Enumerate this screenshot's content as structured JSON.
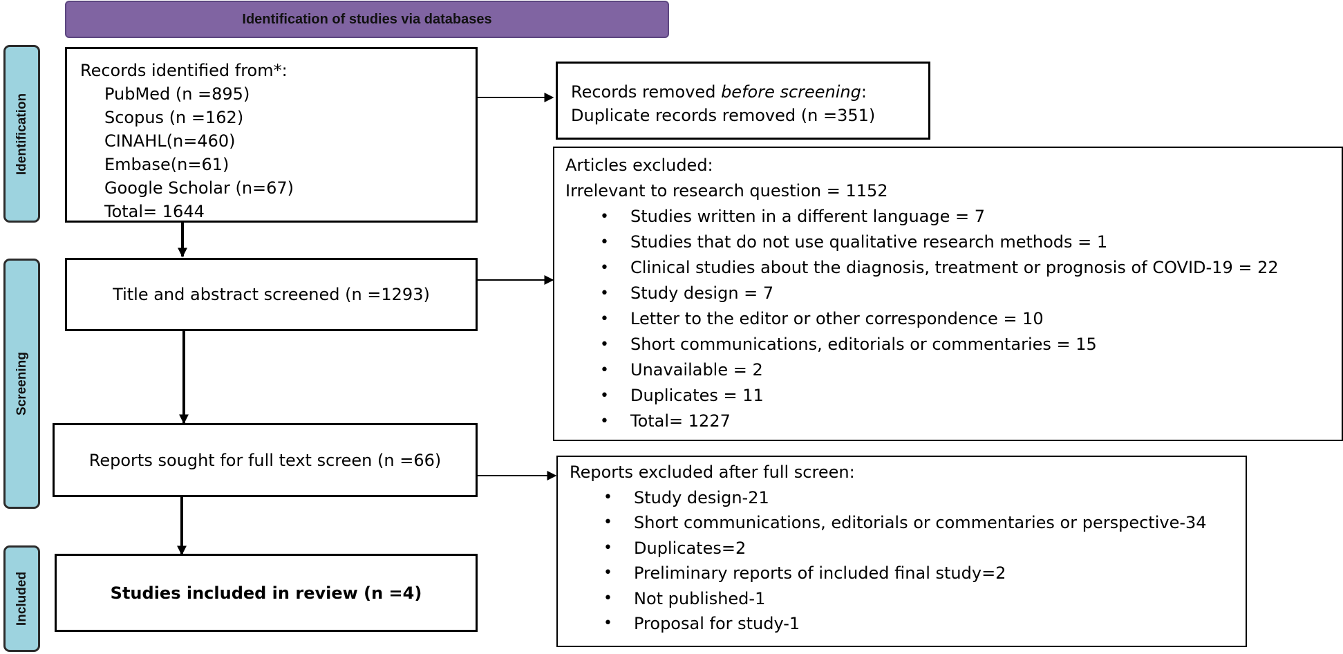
{
  "header": {
    "title": "Identification of studies via databases"
  },
  "phases": {
    "identification": "Identification",
    "screening": "Screening",
    "included": "Included"
  },
  "records_identified": {
    "heading": "Records identified from*:",
    "sources": [
      "PubMed (n =895)",
      "Scopus (n =162)",
      "CINAHL(n=460)",
      "Embase(n=61)",
      "Google Scholar (n=67)",
      "Total= 1644"
    ]
  },
  "records_removed": {
    "prefix": "Records removed ",
    "emphasis": "before screening",
    "suffix": ":",
    "line2": "Duplicate records removed (n =351)"
  },
  "title_abstract": {
    "text": "Title and abstract screened (n =1293)"
  },
  "articles_excluded": {
    "heading": "Articles excluded:",
    "subheading": "Irrelevant to research question = 1152",
    "items": [
      "Studies written in a different language = 7",
      "Studies that do not use qualitative research methods = 1",
      "Clinical studies about the diagnosis, treatment or prognosis of COVID-19 = 22",
      "Study design = 7",
      "Letter to the editor or other correspondence = 10",
      "Short communications, editorials or commentaries = 15",
      "Unavailable = 2",
      "Duplicates = 11",
      "Total= 1227"
    ]
  },
  "reports_sought": {
    "text": "Reports sought for full text screen (n =66)"
  },
  "reports_excluded": {
    "heading": "Reports excluded after full screen:",
    "items": [
      "Study design-21",
      "Short communications, editorials or commentaries or perspective-34",
      "Duplicates=2",
      "Preliminary reports of included final study=2",
      "Not published-1",
      "Proposal for study-1"
    ]
  },
  "studies_included": {
    "text": "Studies included in review (n =4)"
  },
  "colors": {
    "banner": "#8064a2",
    "phase": "#9dd3df",
    "border": "#000000"
  }
}
